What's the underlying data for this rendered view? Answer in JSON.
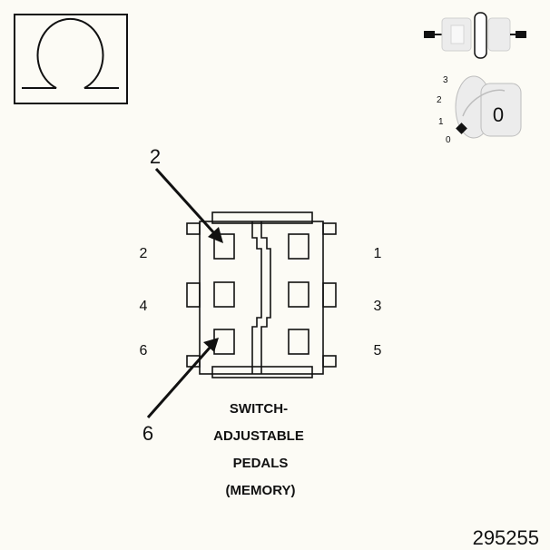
{
  "meter_symbol": "ohm-icon",
  "connector": {
    "pins_left": [
      "2",
      "4",
      "6"
    ],
    "pins_right": [
      "1",
      "3",
      "5"
    ]
  },
  "callouts": {
    "top": "2",
    "bottom": "6"
  },
  "caption_lines": [
    "SWITCH-",
    "ADJUSTABLE",
    "PEDALS",
    "(MEMORY)"
  ],
  "ignition": {
    "positions": [
      "3",
      "2",
      "1",
      "0"
    ],
    "key_label": "0"
  },
  "figure_number": "295255",
  "colors": {
    "background": "#fcfbf5",
    "ink": "#111111",
    "light_gray": "#e9e9e9"
  }
}
